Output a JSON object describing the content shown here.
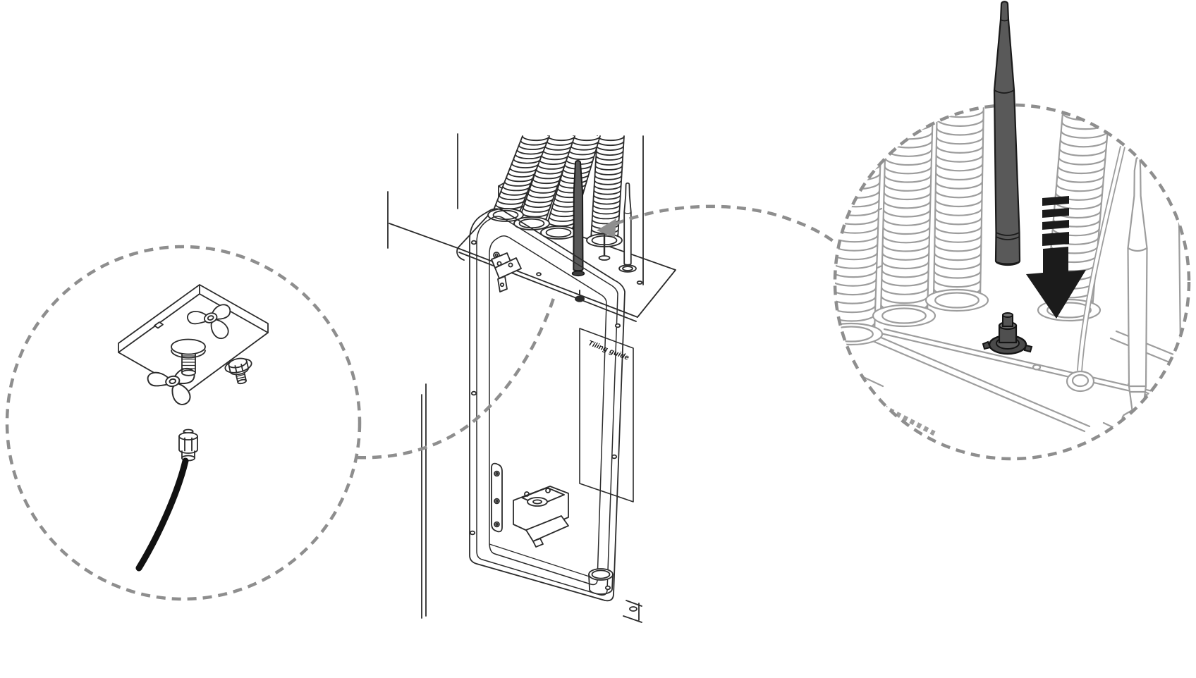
{
  "diagram": {
    "cabinet_label": "Tiling guide",
    "parts": {
      "left_detail": "antenna-mounting-plate-with-wing-nuts-and-coax-cable",
      "center": "in-wall-enclosure-with-conduits-and-antennas",
      "right_detail": "antenna-inserted-through-top-plate",
      "arrow": "insert-down-arrow"
    },
    "colors": {
      "background": "#ffffff",
      "line": "#2b2b2b",
      "gray": "#9d9d9d",
      "dash": "#8e8e8e",
      "antenna": "#595959",
      "arrow": "#1b1b1b",
      "cable": "#111111"
    }
  }
}
